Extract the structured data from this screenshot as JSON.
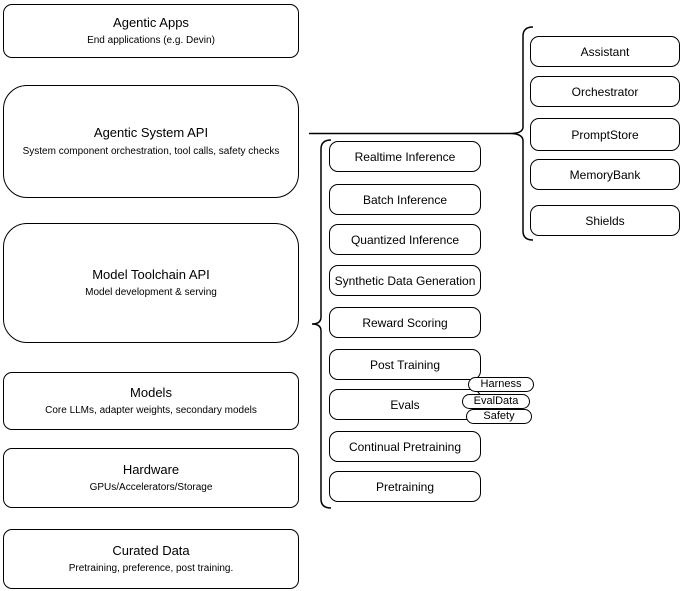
{
  "diagram": {
    "layers": [
      {
        "title": "Agentic Apps",
        "subtitle": "End applications (e.g. Devin)"
      },
      {
        "title": "Agentic System API",
        "subtitle": "System component orchestration, tool calls, safety checks"
      },
      {
        "title": "Model Toolchain API",
        "subtitle": "Model development & serving"
      },
      {
        "title": "Models",
        "subtitle": "Core LLMs, adapter weights, secondary models"
      },
      {
        "title": "Hardware",
        "subtitle": "GPUs/Accelerators/Storage"
      },
      {
        "title": "Curated Data",
        "subtitle": "Pretraining, preference, post training."
      }
    ],
    "toolchain_api_components": [
      "Realtime Inference",
      "Batch Inference",
      "Quantized Inference",
      "Synthetic Data Generation",
      "Reward Scoring",
      "Post Training",
      "Evals",
      "Continual Pretraining",
      "Pretraining"
    ],
    "evals_tags": [
      "Harness",
      "EvalData",
      "Safety"
    ],
    "system_api_components": [
      "Assistant",
      "Orchestrator",
      "PromptStore",
      "MemoryBank",
      "Shields"
    ],
    "colors": {
      "stroke": "#000000",
      "fill": "#ffffff",
      "text": "#000000"
    }
  }
}
